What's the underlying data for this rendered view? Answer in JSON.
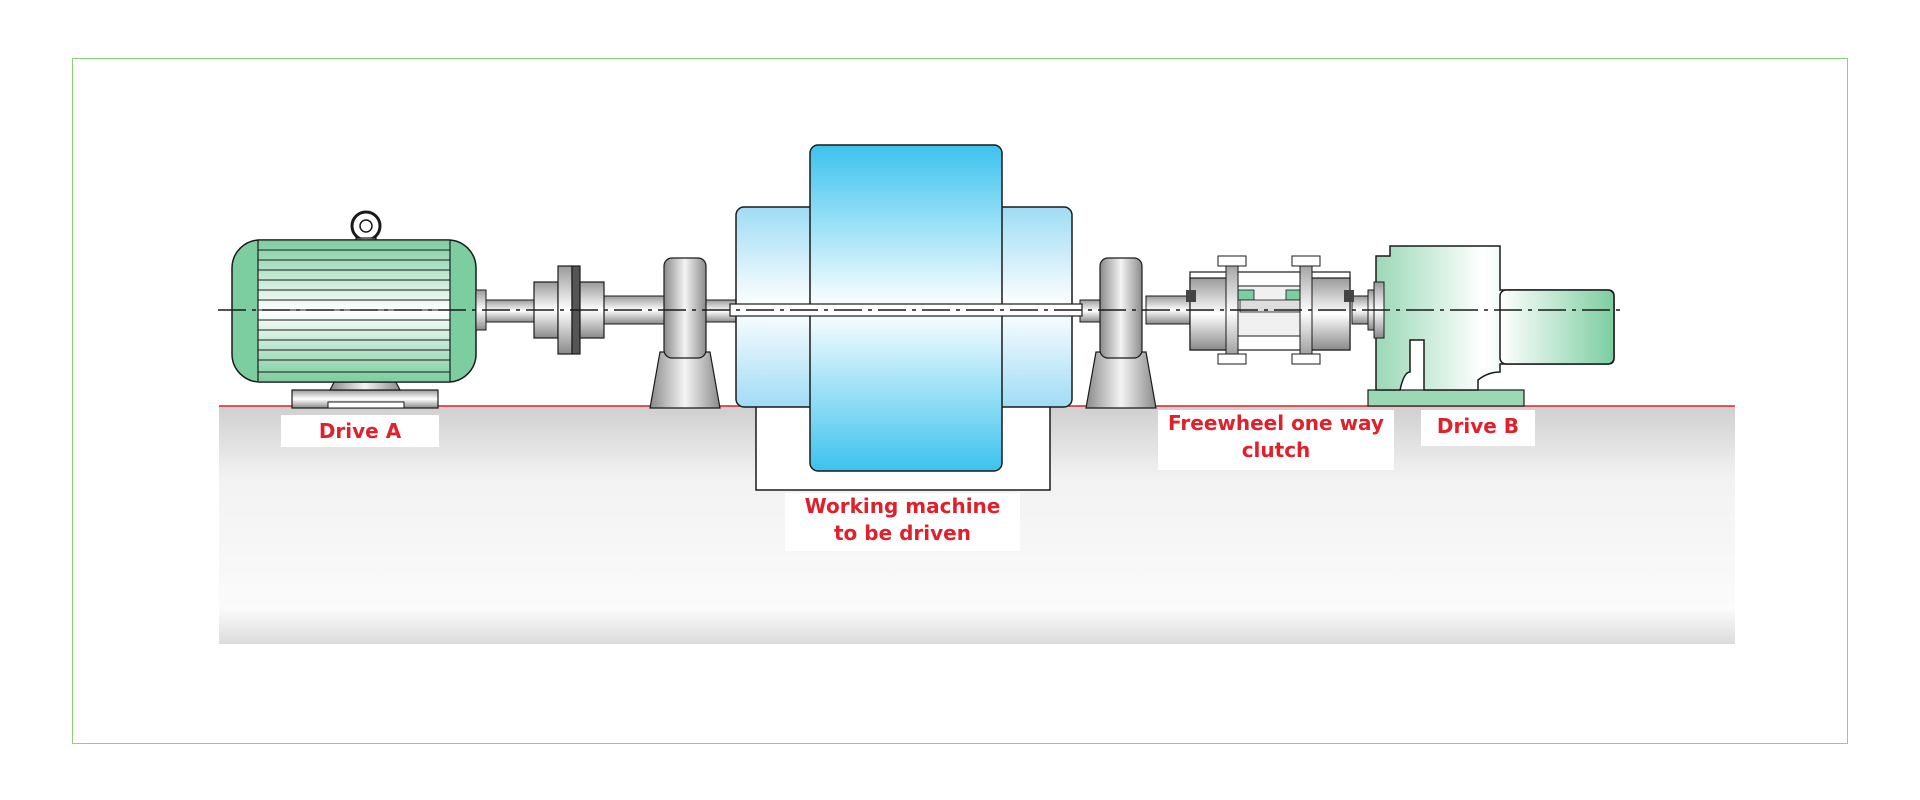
{
  "labels": {
    "drive_a": "Drive A",
    "working_machine": "Working machine\nto be driven",
    "freewheel_clutch": "Freewheel one way\nclutch",
    "drive_b": "Drive B"
  },
  "colors": {
    "frame_border": "#8fd07a",
    "label_text": "#e0202a",
    "ground_line": "#e0202a",
    "motor_green": "#7ccda0",
    "machine_blue": "#3cc2ee",
    "outline": "#1a1a1a"
  }
}
